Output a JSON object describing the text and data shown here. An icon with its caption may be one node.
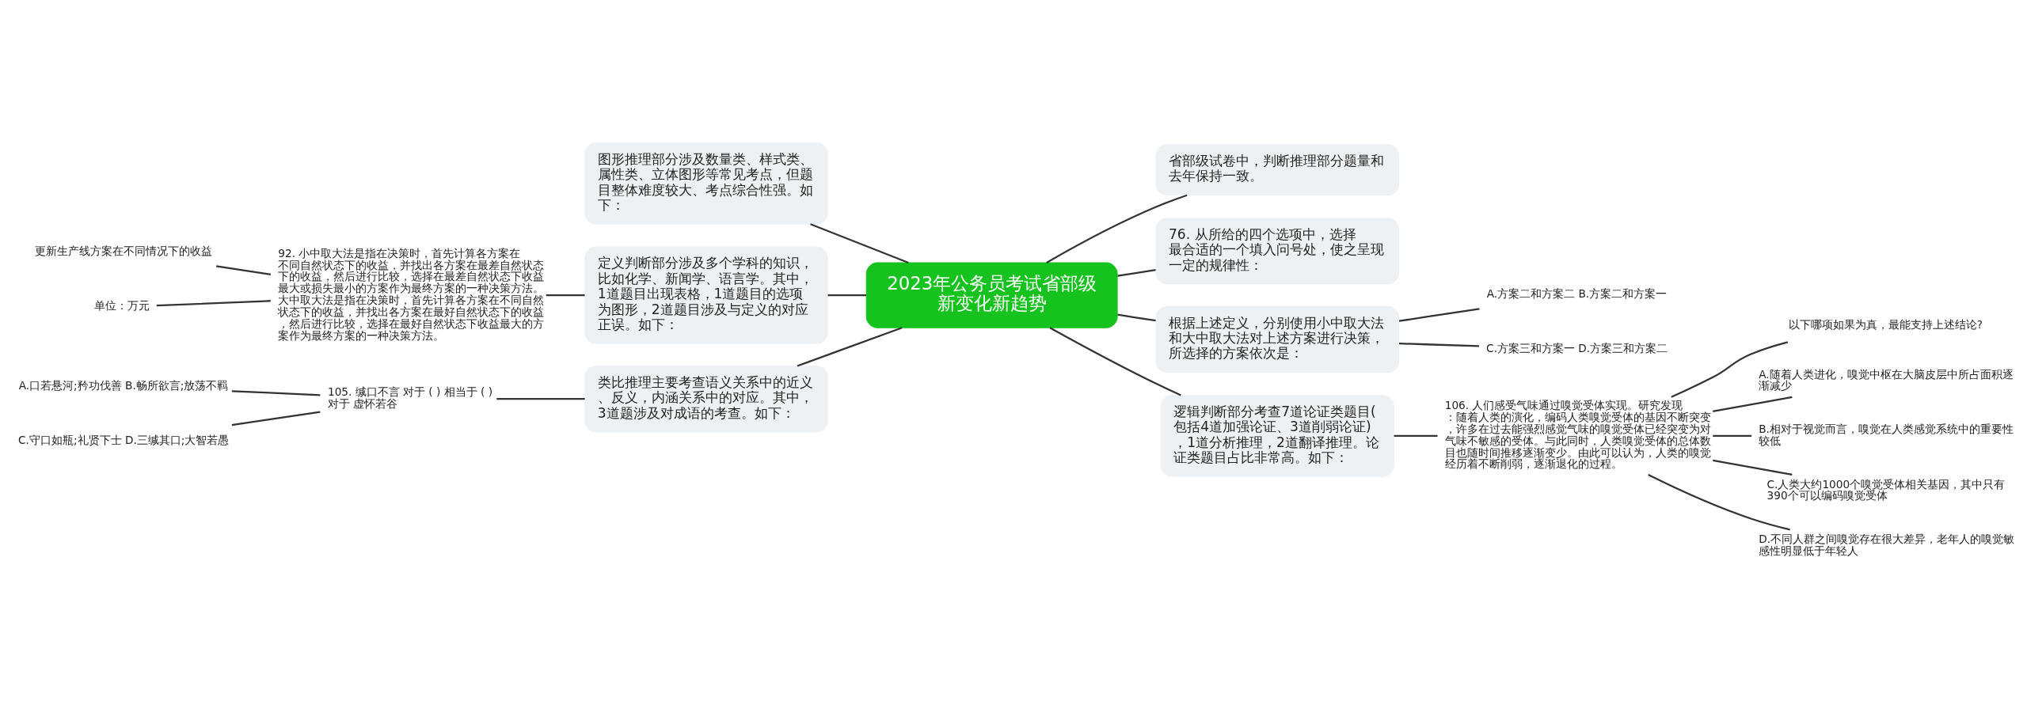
{
  "diagram": {
    "nodes": [
      {
        "text": [
          "2023年公务员考试省部级新变化新趋势"
        ]
      },
      {
        "text": [
          "图形推理部分涉及数量类、样式类、属性类、立体图形等常见考点，但题目整体难度较大、考点综合性强。如下："
        ]
      },
      {
        "text": [
          "定义判断部分涉及多个学科的知识，比如化学、新闻学、语言学。其中，1道题目出现表格，1道题目的选项为图形，2道题目涉及与定义的对应正误。如下："
        ]
      },
      {
        "text": [
          "92. 小中取大法是指在决策时，首先计算各方案在不同自然状态下的收益，并找出各方案在最差自然状态下的收益，然后进行比较，选择在最差自然状态下收益最大或损失最小的方案作为最终方案的一种决策方法。大中取大法是指在决策时，首先计算各方案在不同自然状态下的收益，并找出各方案在最好自然状态下的收益，然后进行比较，选择在最好自然状态下收益最大的方案作为最终方案的一种决策方法。"
        ]
      },
      {
        "text": [
          "更新生产线方案在不同情况下的收益"
        ]
      },
      {
        "text": [
          "单位：万元"
        ]
      },
      {
        "text": [
          "类比推理主要考查语义关系中的近义、反义，内涵关系中的对应。其中，3道题涉及对成语的考查。如下："
        ]
      },
      {
        "text": [
          "105. 缄口不言 对于 ( ) 相当于 ( ) 对于 虚怀若谷"
        ]
      },
      {
        "text": [
          "A.口若悬河;矜功伐善 B.畅所欲言;放荡不羁"
        ]
      },
      {
        "text": [
          "C.守口如瓶;礼贤下士 D.三缄其口;大智若愚"
        ]
      },
      {
        "text": [
          "省部级试卷中，判断推理部分题量和去年保持一致。"
        ]
      },
      {
        "text": [
          "76. 从所给的四个选项中，选择最合适的一个填入问号处，使之呈现一定的规律性："
        ]
      },
      {
        "text": [
          "根据上述定义，分别使用小中取大法和大中取大法对上述方案进行决策，所选择的方案依次是："
        ]
      },
      {
        "text": [
          "A.方案二和方案二 B.方案二和方案一"
        ]
      },
      {
        "text": [
          "C.方案三和方案一 D.方案三和方案二"
        ]
      },
      {
        "text": [
          "逻辑判断部分考查7道论证类题目(包括4道加强论证、3道削弱论证)，1道分析推理，2道翻译推理。论证类题目占比非常高。如下："
        ]
      },
      {
        "text": [
          "106. 人们感受气味通过嗅觉受体实现。研究发现：随着人类的演化，编码人类嗅觉受体的基因不断突变，许多在过去能强烈感觉气味的嗅觉受体已经突变为对气味不敏感的受体。与此同时，人类嗅觉受体的总体数目也随时间推移逐渐变少。由此可以认为，人类的嗅觉经历着不断削弱，逐渐退化的过程。"
        ]
      },
      {
        "text": [
          "以下哪项如果为真，最能支持上述结论?"
        ]
      },
      {
        "text": [
          "A.随着人类进化，嗅觉中枢在大脑皮层中所占面积逐渐减少"
        ]
      },
      {
        "text": [
          "B.相对于视觉而言，嗅觉在人类感觉系统中的重要性较低"
        ]
      },
      {
        "text": [
          "C.人类大约1000个嗅觉受体相关基因，其中只有390个可以编码嗅觉受体"
        ]
      },
      {
        "text": [
          "D.不同人群之间嗅觉存在很大差异，老年人的嗅觉敏感性明显低于年轻人"
        ]
      }
    ],
    "edges": [
      {
        "from": 1,
        "to": 0,
        "arrow": "none"
      },
      {
        "from": 2,
        "to": 0,
        "arrow": "none"
      },
      {
        "from": 3,
        "to": 2,
        "arrow": "none"
      },
      {
        "from": 4,
        "to": 3,
        "arrow": "none"
      },
      {
        "from": 5,
        "to": 3,
        "arrow": "none"
      },
      {
        "from": 6,
        "to": 0,
        "arrow": "none"
      },
      {
        "from": 7,
        "to": 6,
        "arrow": "none"
      },
      {
        "from": 8,
        "to": 7,
        "arrow": "none"
      },
      {
        "from": 9,
        "to": 7,
        "arrow": "none"
      },
      {
        "from": 0,
        "to": 10,
        "arrow": "none"
      },
      {
        "from": 0,
        "to": 11,
        "arrow": "none"
      },
      {
        "from": 0,
        "to": 12,
        "arrow": "none"
      },
      {
        "from": 12,
        "to": 13,
        "arrow": "none"
      },
      {
        "from": 12,
        "to": 14,
        "arrow": "none"
      },
      {
        "from": 0,
        "to": 15,
        "arrow": "none"
      },
      {
        "from": 15,
        "to": 16,
        "arrow": "none"
      },
      {
        "from": 16,
        "to": 17,
        "arrow": "none"
      },
      {
        "from": 16,
        "to": 18,
        "arrow": "none"
      },
      {
        "from": 16,
        "to": 19,
        "arrow": "none"
      },
      {
        "from": 16,
        "to": 20,
        "arrow": "none"
      },
      {
        "from": 16,
        "to": 21,
        "arrow": "none"
      }
    ]
  }
}
